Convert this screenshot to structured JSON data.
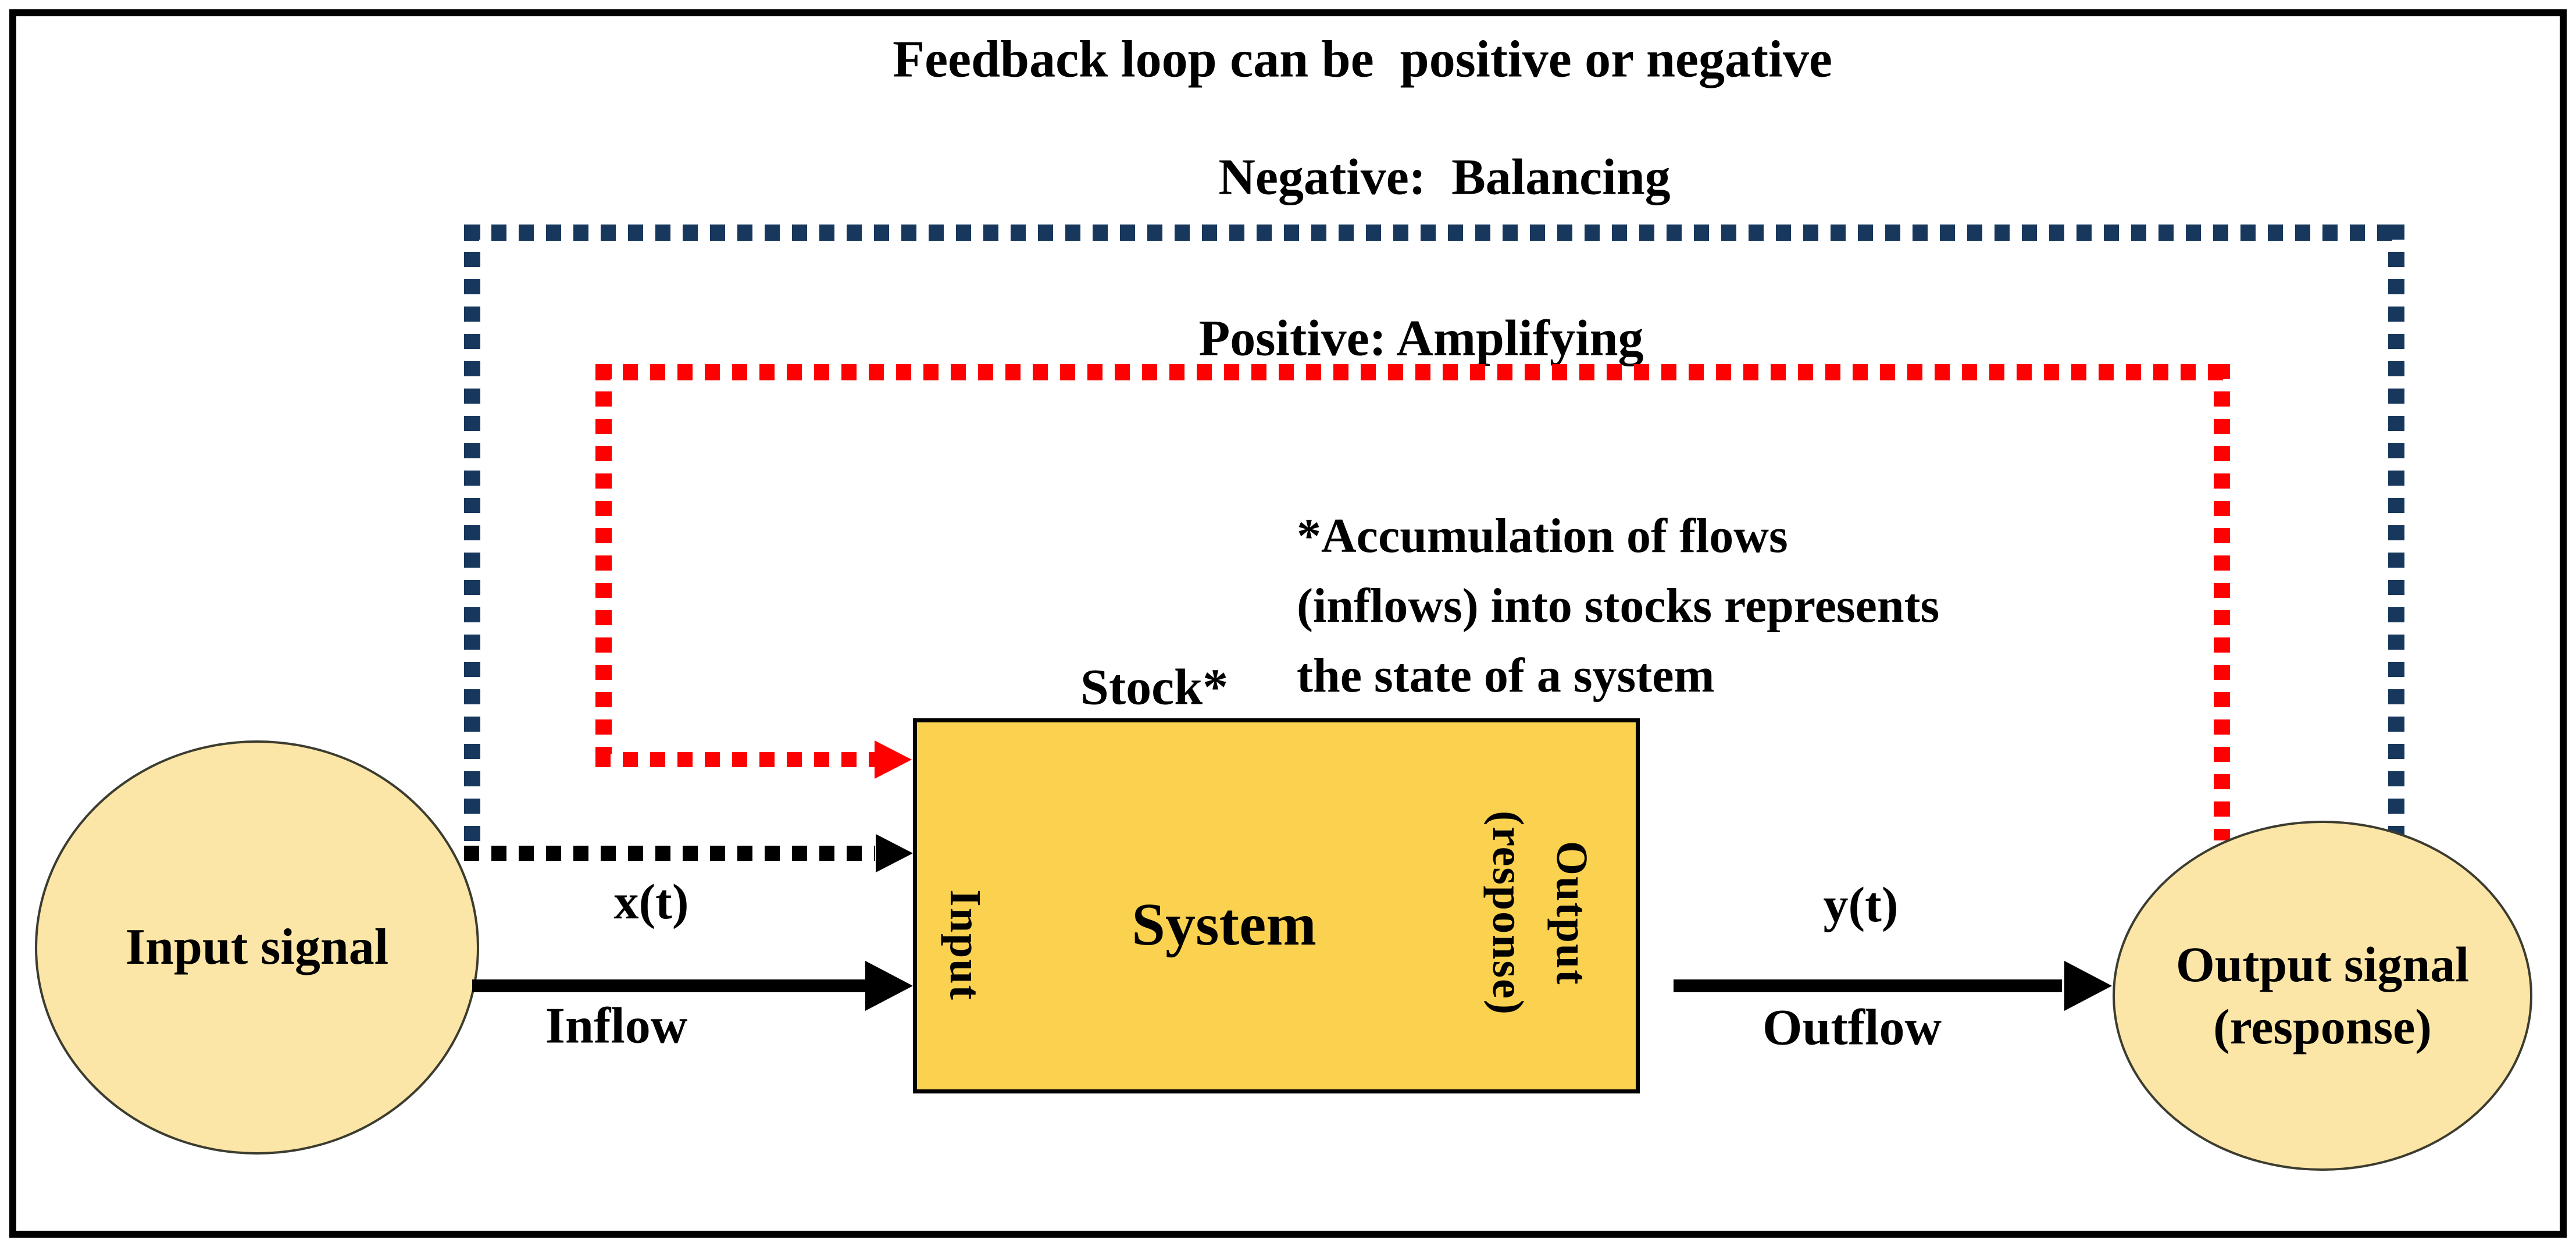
{
  "title": "Feedback loop can be  positive or negative",
  "loops": {
    "negative": {
      "label": "Negative:  Balancing",
      "color_name": "navy-dotted-line"
    },
    "positive": {
      "label": "Positive: Amplifying",
      "color_name": "red-dotted-line"
    }
  },
  "annotation": "*Accumulation of flows\n(inflows) into stocks represents\nthe state of a system",
  "stock_label": "Stock*",
  "system_box": {
    "title": "System",
    "input_side_label": "Input",
    "output_side_label": "Output\n(response)"
  },
  "input_node": {
    "label": "Input signal"
  },
  "output_node": {
    "label": "Output signal\n(response)"
  },
  "inflow": {
    "signal": "x(t)",
    "label": "Inflow"
  },
  "outflow": {
    "signal": "y(t)",
    "label": "Outflow"
  },
  "colors": {
    "navy": "#17375D",
    "red": "#FF0000",
    "gold": "#FBD250",
    "cream": "#FBE6A7",
    "ink": "#000000"
  }
}
